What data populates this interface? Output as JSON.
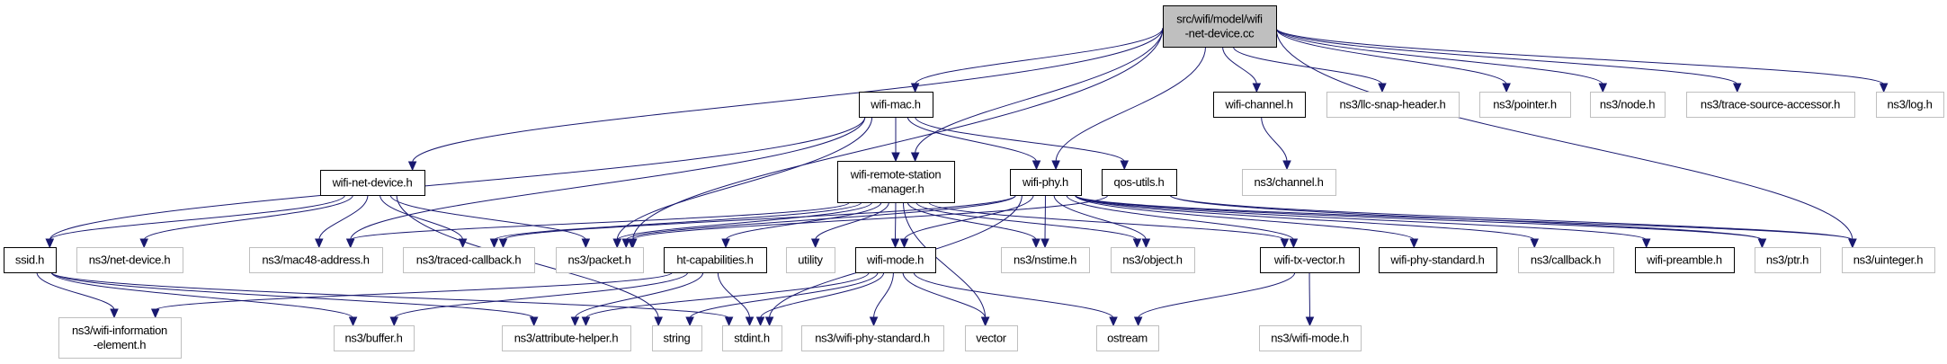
{
  "diagram": {
    "title": "Include dependency graph for wifi-net-device.cc",
    "edge_color": "#191970",
    "root_fill": "#bfbfbf",
    "nodes": [
      {
        "id": "root",
        "label": [
          "src/wifi/model/wifi",
          "-net-device.cc"
        ],
        "kind": "root"
      },
      {
        "id": "wifi-mac",
        "label": [
          "wifi-mac.h"
        ],
        "kind": "doc"
      },
      {
        "id": "wifi-channel",
        "label": [
          "wifi-channel.h"
        ],
        "kind": "doc"
      },
      {
        "id": "llc-snap-header",
        "label": [
          "ns3/llc-snap-header.h"
        ],
        "kind": "ext"
      },
      {
        "id": "pointer",
        "label": [
          "ns3/pointer.h"
        ],
        "kind": "ext"
      },
      {
        "id": "node",
        "label": [
          "ns3/node.h"
        ],
        "kind": "ext"
      },
      {
        "id": "trace-source-accessor",
        "label": [
          "ns3/trace-source-accessor.h"
        ],
        "kind": "ext"
      },
      {
        "id": "log",
        "label": [
          "ns3/log.h"
        ],
        "kind": "ext"
      },
      {
        "id": "wifi-net-device",
        "label": [
          "wifi-net-device.h"
        ],
        "kind": "doc"
      },
      {
        "id": "wifi-remote-station-manager",
        "label": [
          "wifi-remote-station",
          "-manager.h"
        ],
        "kind": "doc"
      },
      {
        "id": "wifi-phy",
        "label": [
          "wifi-phy.h"
        ],
        "kind": "doc"
      },
      {
        "id": "qos-utils",
        "label": [
          "qos-utils.h"
        ],
        "kind": "doc"
      },
      {
        "id": "channel",
        "label": [
          "ns3/channel.h"
        ],
        "kind": "ext"
      },
      {
        "id": "ssid",
        "label": [
          "ssid.h"
        ],
        "kind": "doc"
      },
      {
        "id": "net-device",
        "label": [
          "ns3/net-device.h"
        ],
        "kind": "ext"
      },
      {
        "id": "mac48-address",
        "label": [
          "ns3/mac48-address.h"
        ],
        "kind": "ext"
      },
      {
        "id": "traced-callback",
        "label": [
          "ns3/traced-callback.h"
        ],
        "kind": "ext"
      },
      {
        "id": "packet",
        "label": [
          "ns3/packet.h"
        ],
        "kind": "ext"
      },
      {
        "id": "ht-capabilities",
        "label": [
          "ht-capabilities.h"
        ],
        "kind": "doc"
      },
      {
        "id": "utility",
        "label": [
          "utility"
        ],
        "kind": "ext"
      },
      {
        "id": "wifi-mode",
        "label": [
          "wifi-mode.h"
        ],
        "kind": "doc"
      },
      {
        "id": "nstime",
        "label": [
          "ns3/nstime.h"
        ],
        "kind": "ext"
      },
      {
        "id": "object",
        "label": [
          "ns3/object.h"
        ],
        "kind": "ext"
      },
      {
        "id": "wifi-tx-vector",
        "label": [
          "wifi-tx-vector.h"
        ],
        "kind": "doc"
      },
      {
        "id": "wifi-phy-standard",
        "label": [
          "wifi-phy-standard.h"
        ],
        "kind": "doc"
      },
      {
        "id": "callback",
        "label": [
          "ns3/callback.h"
        ],
        "kind": "ext"
      },
      {
        "id": "wifi-preamble",
        "label": [
          "wifi-preamble.h"
        ],
        "kind": "doc"
      },
      {
        "id": "ptr",
        "label": [
          "ns3/ptr.h"
        ],
        "kind": "ext"
      },
      {
        "id": "uinteger",
        "label": [
          "ns3/uinteger.h"
        ],
        "kind": "ext"
      },
      {
        "id": "wifi-information-element",
        "label": [
          "ns3/wifi-information",
          "-element.h"
        ],
        "kind": "ext"
      },
      {
        "id": "buffer",
        "label": [
          "ns3/buffer.h"
        ],
        "kind": "ext"
      },
      {
        "id": "attribute-helper",
        "label": [
          "ns3/attribute-helper.h"
        ],
        "kind": "ext"
      },
      {
        "id": "string",
        "label": [
          "string"
        ],
        "kind": "ext"
      },
      {
        "id": "stdint",
        "label": [
          "stdint.h"
        ],
        "kind": "ext"
      },
      {
        "id": "ns3-wifi-phy-standard",
        "label": [
          "ns3/wifi-phy-standard.h"
        ],
        "kind": "ext"
      },
      {
        "id": "vector",
        "label": [
          "vector"
        ],
        "kind": "ext"
      },
      {
        "id": "ostream",
        "label": [
          "ostream"
        ],
        "kind": "ext"
      },
      {
        "id": "ns3-wifi-mode",
        "label": [
          "ns3/wifi-mode.h"
        ],
        "kind": "ext"
      }
    ],
    "edges": [
      [
        "root",
        "wifi-mac"
      ],
      [
        "root",
        "wifi-channel"
      ],
      [
        "root",
        "llc-snap-header"
      ],
      [
        "root",
        "pointer"
      ],
      [
        "root",
        "node"
      ],
      [
        "root",
        "trace-source-accessor"
      ],
      [
        "root",
        "log"
      ],
      [
        "root",
        "wifi-net-device"
      ],
      [
        "root",
        "wifi-remote-station-manager"
      ],
      [
        "root",
        "wifi-phy"
      ],
      [
        "root",
        "packet"
      ],
      [
        "root",
        "uinteger"
      ],
      [
        "wifi-channel",
        "channel"
      ],
      [
        "wifi-mac",
        "wifi-remote-station-manager"
      ],
      [
        "wifi-mac",
        "wifi-phy"
      ],
      [
        "wifi-mac",
        "qos-utils"
      ],
      [
        "wifi-mac",
        "ssid"
      ],
      [
        "wifi-mac",
        "mac48-address"
      ],
      [
        "wifi-mac",
        "packet"
      ],
      [
        "wifi-net-device",
        "net-device"
      ],
      [
        "wifi-net-device",
        "mac48-address"
      ],
      [
        "wifi-net-device",
        "traced-callback"
      ],
      [
        "wifi-net-device",
        "packet"
      ],
      [
        "wifi-net-device",
        "ssid"
      ],
      [
        "wifi-net-device",
        "string"
      ],
      [
        "wifi-remote-station-manager",
        "mac48-address"
      ],
      [
        "wifi-remote-station-manager",
        "traced-callback"
      ],
      [
        "wifi-remote-station-manager",
        "packet"
      ],
      [
        "wifi-remote-station-manager",
        "ht-capabilities"
      ],
      [
        "wifi-remote-station-manager",
        "utility"
      ],
      [
        "wifi-remote-station-manager",
        "wifi-mode"
      ],
      [
        "wifi-remote-station-manager",
        "nstime"
      ],
      [
        "wifi-remote-station-manager",
        "object"
      ],
      [
        "wifi-remote-station-manager",
        "wifi-tx-vector"
      ],
      [
        "wifi-remote-station-manager",
        "vector"
      ],
      [
        "wifi-phy",
        "packet"
      ],
      [
        "wifi-phy",
        "traced-callback"
      ],
      [
        "wifi-phy",
        "wifi-mode"
      ],
      [
        "wifi-phy",
        "nstime"
      ],
      [
        "wifi-phy",
        "object"
      ],
      [
        "wifi-phy",
        "wifi-tx-vector"
      ],
      [
        "wifi-phy",
        "wifi-phy-standard"
      ],
      [
        "wifi-phy",
        "callback"
      ],
      [
        "wifi-phy",
        "wifi-preamble"
      ],
      [
        "wifi-phy",
        "ptr"
      ],
      [
        "wifi-phy",
        "uinteger"
      ],
      [
        "wifi-phy",
        "stdint"
      ],
      [
        "qos-utils",
        "packet"
      ],
      [
        "qos-utils",
        "ptr"
      ],
      [
        "qos-utils",
        "uinteger"
      ],
      [
        "ssid",
        "wifi-information-element"
      ],
      [
        "ssid",
        "buffer"
      ],
      [
        "ssid",
        "attribute-helper"
      ],
      [
        "ssid",
        "stdint"
      ],
      [
        "ht-capabilities",
        "wifi-information-element"
      ],
      [
        "ht-capabilities",
        "buffer"
      ],
      [
        "ht-capabilities",
        "attribute-helper"
      ],
      [
        "ht-capabilities",
        "stdint"
      ],
      [
        "wifi-mode",
        "attribute-helper"
      ],
      [
        "wifi-mode",
        "string"
      ],
      [
        "wifi-mode",
        "stdint"
      ],
      [
        "wifi-mode",
        "ns3-wifi-phy-standard"
      ],
      [
        "wifi-mode",
        "vector"
      ],
      [
        "wifi-mode",
        "ostream"
      ],
      [
        "wifi-tx-vector",
        "ns3-wifi-mode"
      ],
      [
        "wifi-tx-vector",
        "ostream"
      ]
    ]
  }
}
